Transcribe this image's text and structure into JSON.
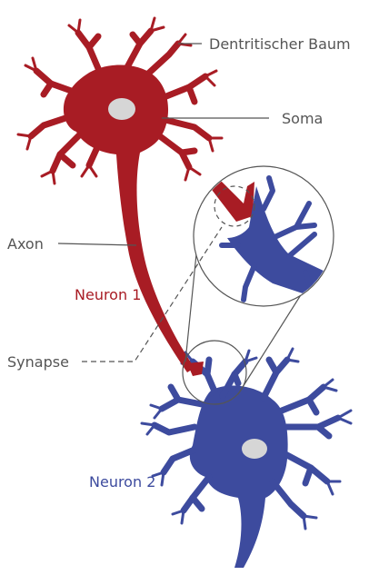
{
  "labels": {
    "dendrite_tree": "Dentritischer Baum",
    "soma": "Soma",
    "axon": "Axon",
    "neuron1": "Neuron 1",
    "synapse": "Synapse",
    "neuron2": "Neuron 2"
  },
  "colors": {
    "neuron1": "#a81c24",
    "neuron2": "#3d4b9e",
    "nucleus": "#d6d6d6",
    "lines": "#555555"
  }
}
